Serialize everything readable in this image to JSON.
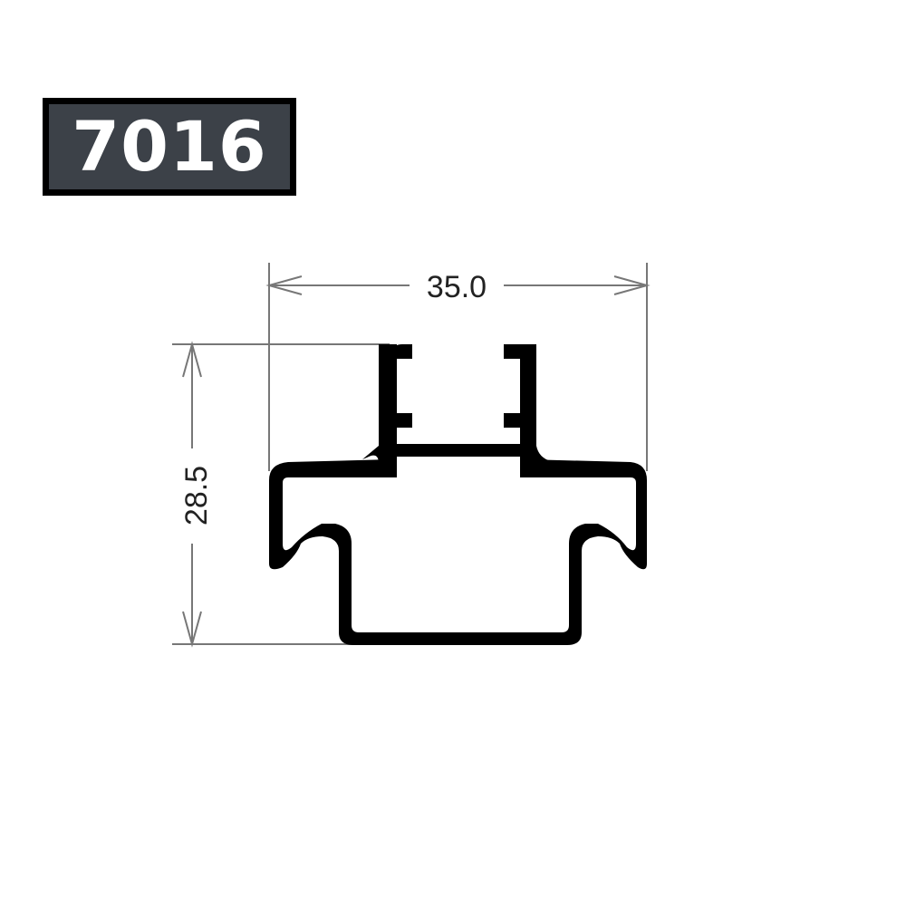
{
  "badge": {
    "label": "7016",
    "bg_color": "#3c4148",
    "border_color": "#000000",
    "text_color": "#ffffff"
  },
  "drawing": {
    "subject": "aluminum-profile-cross-section",
    "profile_color": "#000000",
    "dimension_line_color": "#777777",
    "dimensions": {
      "width": {
        "value": "35.0",
        "orientation": "horizontal"
      },
      "height": {
        "value": "28.5",
        "orientation": "vertical"
      }
    }
  }
}
